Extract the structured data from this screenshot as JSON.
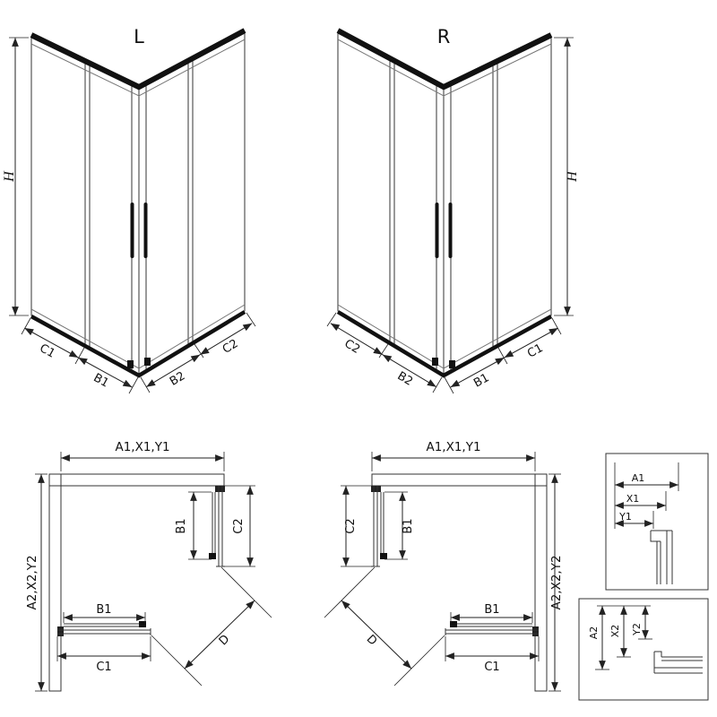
{
  "colors": {
    "ink": "#1a1a1a",
    "background": "#ffffff"
  },
  "axo": {
    "left": {
      "title": "L",
      "height_label": "H",
      "bottom_labels": {
        "c1": "C1",
        "b1": "B1",
        "b2": "B2",
        "c2": "C2"
      }
    },
    "right": {
      "title": "R",
      "height_label": "H",
      "bottom_labels": {
        "c1": "C1",
        "b1": "B1",
        "b2": "B2",
        "c2": "C2"
      }
    }
  },
  "plan": {
    "left": {
      "top_dim": "A1,X1,Y1",
      "side_dim": "A2,X2,Y2",
      "door_side_dim": "B1",
      "fixed_side_dim": "C2",
      "door_bottom_dim": "B1",
      "fixed_bottom_dim": "C1",
      "entry_dim": "D"
    },
    "right": {
      "top_dim": "A1,X1,Y1",
      "side_dim": "A2,X2,Y2",
      "door_side_dim": "B1",
      "fixed_side_dim": "C2",
      "door_bottom_dim": "B1",
      "fixed_bottom_dim": "C1",
      "entry_dim": "D"
    }
  },
  "details": {
    "width": {
      "a": "A1",
      "x": "X1",
      "y": "Y1"
    },
    "depth": {
      "a": "A2",
      "x": "X2",
      "y": "Y2"
    }
  }
}
